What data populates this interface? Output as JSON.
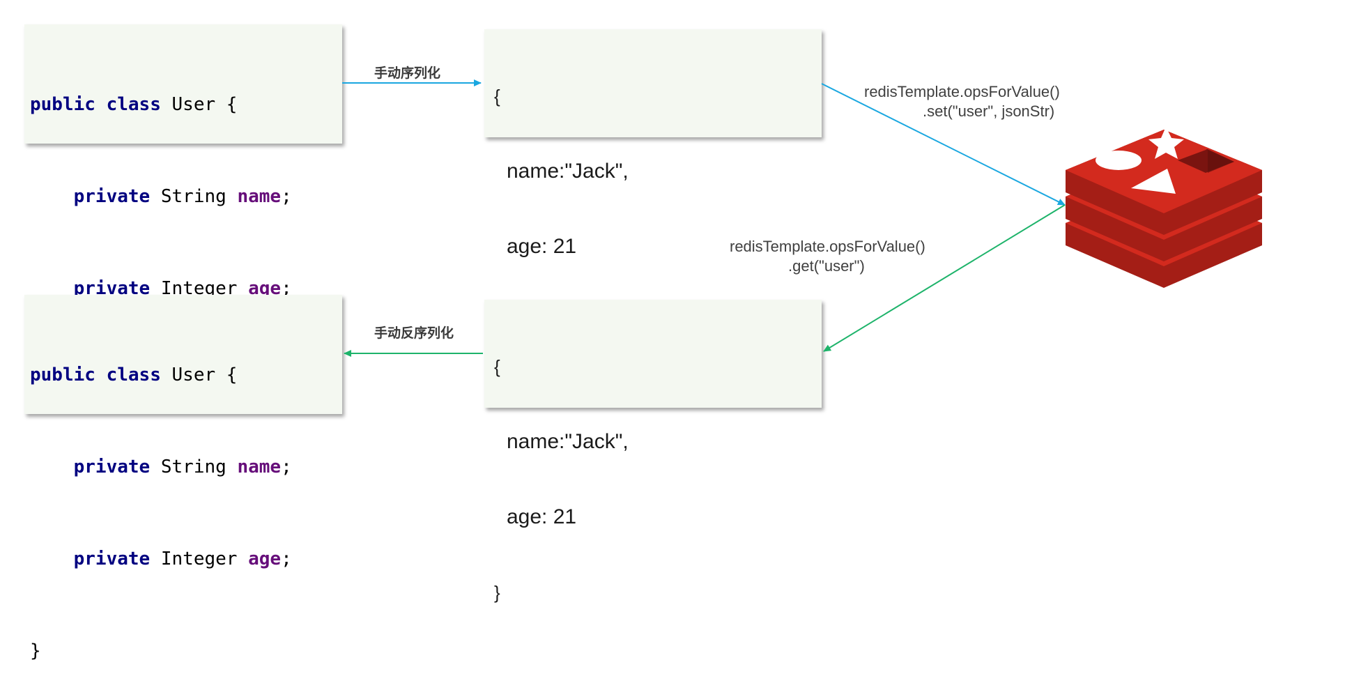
{
  "class_top": {
    "line1": {
      "kw1": "public",
      "kw2": "class",
      "rest": " User {"
    },
    "line2": {
      "indent": "    ",
      "kw": "private",
      "type": " String ",
      "field": "name",
      "end": ";"
    },
    "line3": {
      "indent": "    ",
      "kw": "private",
      "type": " Integer ",
      "field": "age",
      "end": ";"
    },
    "line4": "}"
  },
  "class_bottom": {
    "line1": {
      "kw1": "public",
      "kw2": "class",
      "rest": " User {"
    },
    "line2": {
      "indent": "    ",
      "kw": "private",
      "type": " String ",
      "field": "name",
      "end": ";"
    },
    "line3": {
      "indent": "    ",
      "kw": "private",
      "type": " Integer ",
      "field": "age",
      "end": ";"
    },
    "line4": "}"
  },
  "json_top": {
    "open": "{",
    "name_line": "name:\"Jack\",",
    "age_line": "age: 21",
    "close": "}"
  },
  "json_bottom": {
    "open": "{",
    "name_line": "name:\"Jack\",",
    "age_line": "age: 21",
    "close": "}"
  },
  "labels": {
    "serialize": "手动序列化",
    "deserialize": "手动反序列化",
    "set_line1": "redisTemplate.opsForValue()",
    "set_line2": ".set(\"user\", jsonStr)",
    "get_line1": "redisTemplate.opsForValue()",
    "get_line2": ".get(\"user\")"
  },
  "colors": {
    "arrow_blue": "#1aa7e0",
    "arrow_green": "#1db36a",
    "redis_red": "#d32a1e",
    "redis_dark": "#a41e16",
    "box_bg": "#f4f8f1"
  },
  "icons": {
    "redis": "redis-logo"
  }
}
